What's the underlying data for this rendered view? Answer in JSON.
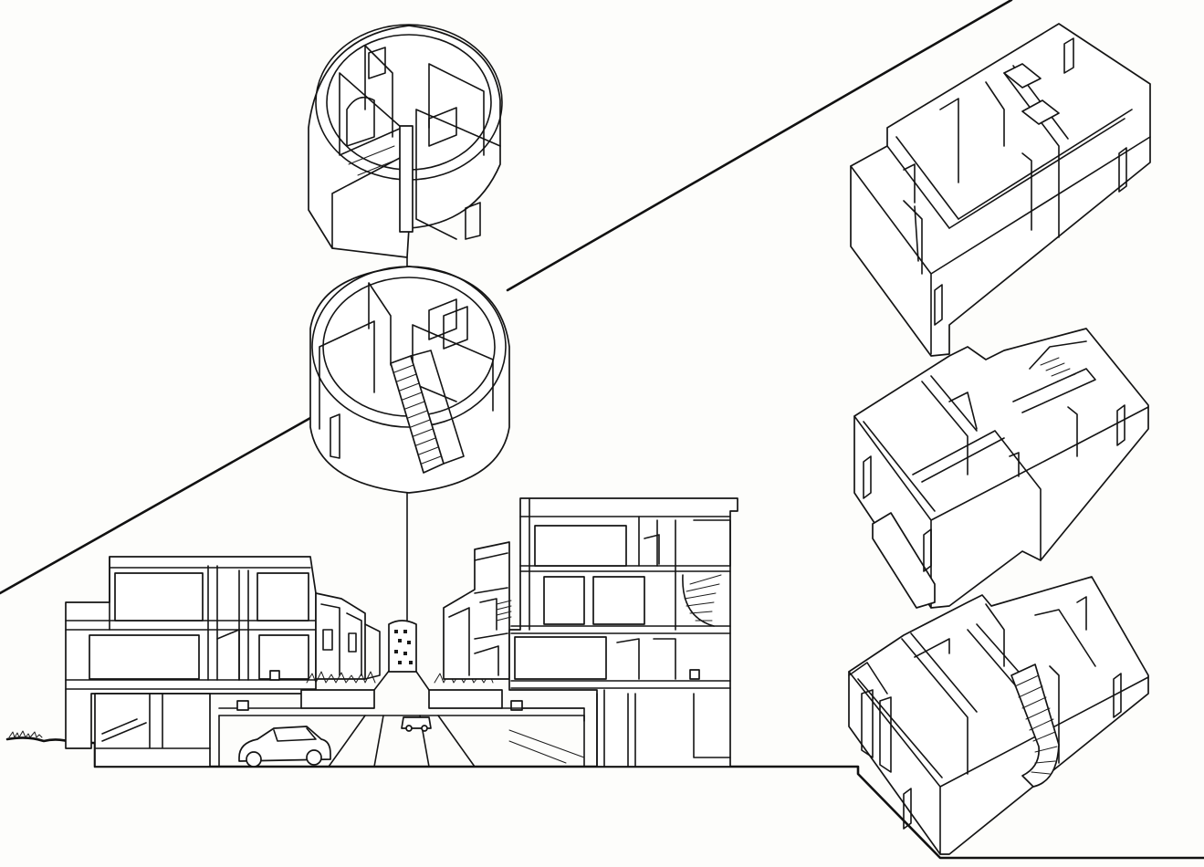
{
  "drawing": {
    "ink_color": "#141414",
    "paper_color": "#fdfdfb",
    "views": [
      "street-section",
      "round-tower-axonometric",
      "dwelling-axonometric-exploded"
    ]
  }
}
